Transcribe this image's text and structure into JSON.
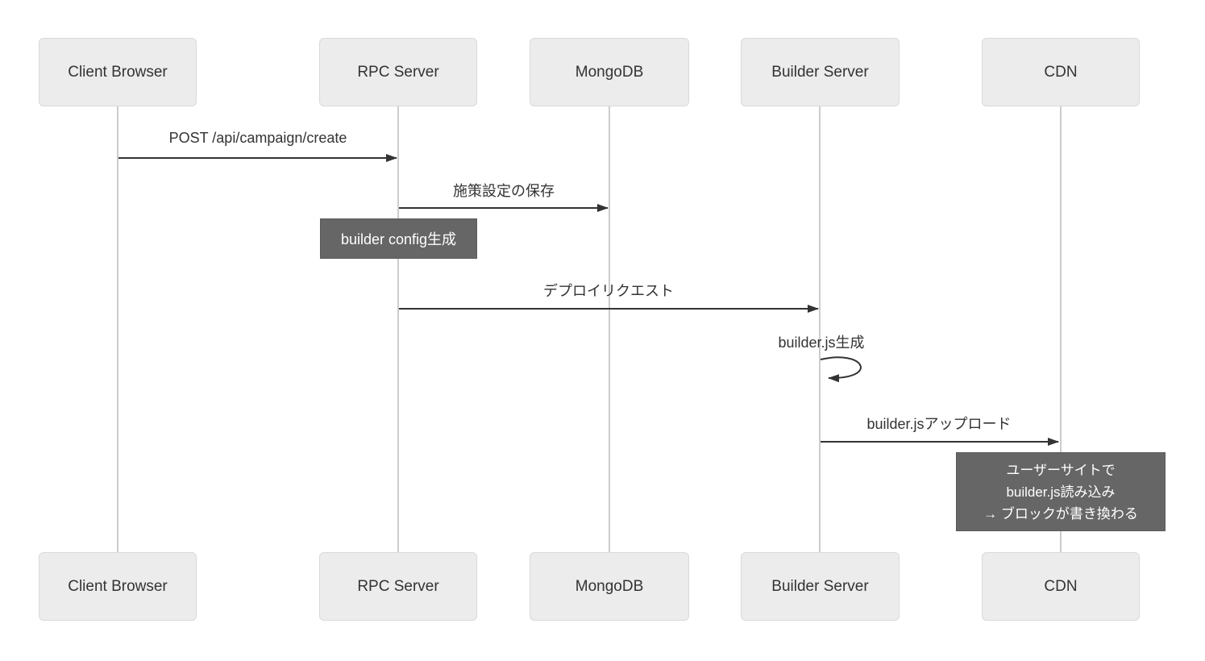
{
  "diagram": {
    "type": "sequence-diagram",
    "actors": [
      {
        "name": "Client Browser"
      },
      {
        "name": "RPC Server"
      },
      {
        "name": "MongoDB"
      },
      {
        "name": "Builder Server"
      },
      {
        "name": "CDN"
      }
    ],
    "messages": [
      {
        "from": "Client Browser",
        "to": "RPC Server",
        "label": "POST /api/campaign/create"
      },
      {
        "from": "RPC Server",
        "to": "MongoDB",
        "label": "施策設定の保存"
      },
      {
        "from": "RPC Server",
        "to": "Builder Server",
        "label": "デプロイリクエスト"
      },
      {
        "from": "Builder Server",
        "to": "Builder Server",
        "label": "builder.js生成",
        "self_loop": true
      },
      {
        "from": "Builder Server",
        "to": "CDN",
        "label": "builder.jsアップロード"
      }
    ],
    "notes": [
      {
        "over": "RPC Server",
        "text": "builder config生成"
      },
      {
        "over": "CDN",
        "lines": {
          "0": "ユーザーサイトで",
          "1": "builder.js読み込み",
          "2": "→ ブロックが書き換わる"
        }
      }
    ],
    "colors": {
      "background": "#ffffff",
      "actor_fill": "#ececec",
      "actor_border": "#d9d9d9",
      "actor_text": "#333333",
      "lifeline": "#cccccc",
      "arrow": "#333333",
      "message_text": "#333333",
      "note_fill": "#666666",
      "note_border": "#5a5a5a",
      "note_text": "#ffffff"
    }
  }
}
